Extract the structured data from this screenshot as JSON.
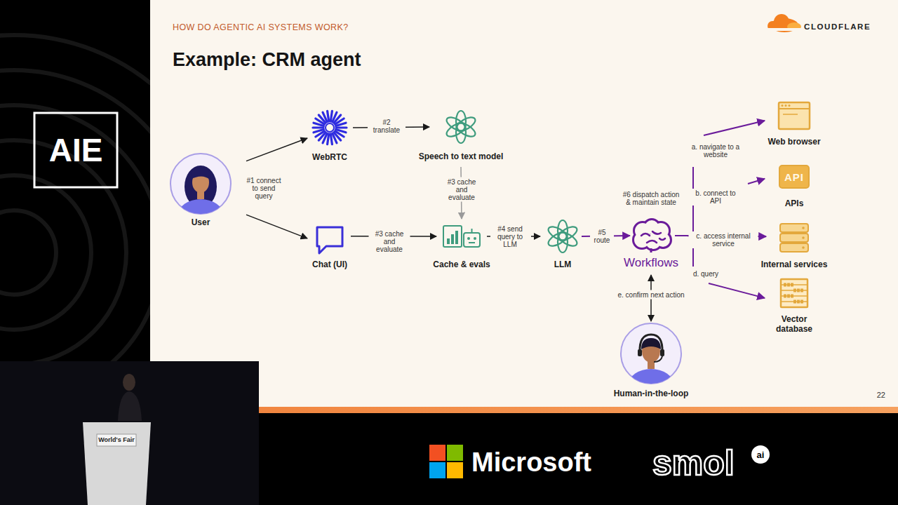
{
  "diagram": {
    "title": "Example: CRM agent",
    "nodes": [
      {
        "text": [
          "User"
        ]
      },
      {
        "text": [
          "WebRTC"
        ]
      },
      {
        "text": [
          "Speech to text model"
        ]
      },
      {
        "text": [
          "Chat (UI)"
        ]
      },
      {
        "text": [
          "Cache & evals"
        ]
      },
      {
        "text": [
          "LLM"
        ]
      },
      {
        "text": [
          "Workflows"
        ]
      },
      {
        "text": [
          "Web browser"
        ]
      },
      {
        "text": [
          "API",
          "APIs"
        ]
      },
      {
        "text": [
          "Internal services"
        ]
      },
      {
        "text": [
          "Vector database"
        ]
      },
      {
        "text": [
          "Human-in-the-loop"
        ]
      }
    ],
    "edges": [
      {
        "from": 0,
        "to": 1,
        "arrow": "to",
        "label": "#1 connect to send query"
      },
      {
        "from": 1,
        "to": 2,
        "arrow": "to",
        "label": "#2 translate"
      },
      {
        "from": 2,
        "to": 4,
        "arrow": "to",
        "label": "#3 cache and evaluate"
      },
      {
        "from": 0,
        "to": 3,
        "arrow": "to"
      },
      {
        "from": 3,
        "to": 4,
        "arrow": "to",
        "label": "#3 cache and evaluate"
      },
      {
        "from": 4,
        "to": 5,
        "arrow": "to",
        "label": "#4 send query to LLM"
      },
      {
        "from": 5,
        "to": 6,
        "arrow": "to",
        "label": "#5 route"
      },
      {
        "from": 6,
        "to": 7,
        "arrow": "to",
        "label": "a. navigate to a website"
      },
      {
        "from": 6,
        "to": 8,
        "arrow": "to",
        "label": "b. connect to API"
      },
      {
        "from": 6,
        "to": 9,
        "arrow": "to",
        "label": "c. access internal service"
      },
      {
        "from": 6,
        "to": 10,
        "arrow": "to",
        "label": "d. query"
      },
      {
        "from": 6,
        "to": 11,
        "arrow": "both",
        "label": "e. confirm next action"
      }
    ],
    "labels": [
      "HOW DO AGENTIC AI SYSTEMS WORK?",
      "CLOUDFLARE",
      "#6 dispatch action & maintain state",
      "22",
      "AIE",
      "World's Fair",
      "Microsoft",
      "smol",
      "ai"
    ]
  }
}
